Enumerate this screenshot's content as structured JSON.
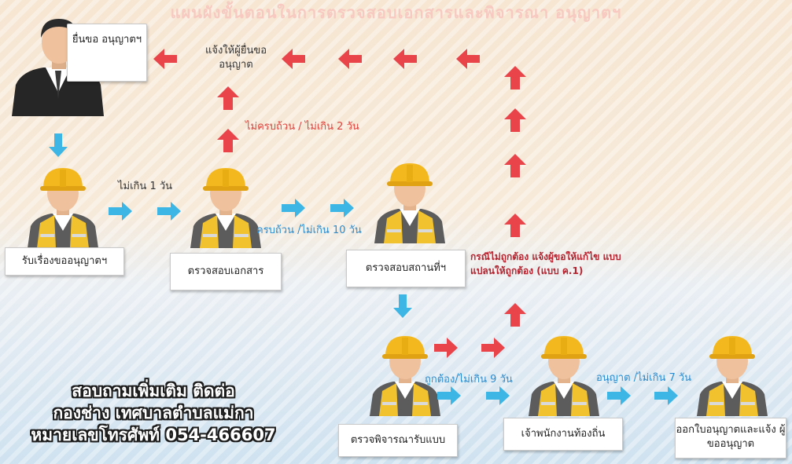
{
  "title": "แผนผังขั้นตอนในการตรวจสอบเอกสารและพิจารณา อนุญาตฯ",
  "nodes": {
    "applicant": "ยื่นขอ อนุญาตฯ",
    "receive": "รับเรื่องขออนุญาตฯ",
    "check_docs": "ตรวจสอบเอกสาร",
    "check_site": "ตรวจสอบสถานที่ฯ",
    "consider": "ตรวจพิจารณารับแบบ",
    "local_officer": "เจ้าพนักงานท้องถิ่น",
    "issue_permit": "ออกใบอนุญาตและแจ้ง ผู้ขออนุญาต"
  },
  "labels": {
    "notify_applicant": "แจ้งให้ผู้ยื่นขอ อนุญาต",
    "incomplete": "ไม่ครบถ้วน / ไม่เกิน 2 วัน",
    "within_1_day": "ไม่เกิน 1 วัน",
    "complete_10": "ครบถ้วน /ไม่เกิน 10 วัน",
    "incorrect": "กรณีไม่ถูกต้อง แจ้งผู้ขอให้แก้ไข แบบแปลนให้ถูกต้อง (แบบ ค.1)",
    "correct_9": "ถูกต้อง/ไม่เกิน 9 วัน",
    "approve_7": "อนุญาต /ไม่เกิน 7 วัน"
  },
  "contact": {
    "line1": "สอบถามเพิ่มเติม ติดต่อ",
    "line2": "กองช่าง เทศบาลตำบลแม่กา",
    "line3": "หมายเลขโทรศัพท์ 054-466607"
  },
  "colors": {
    "red_arrow": "#e8444a",
    "blue_arrow": "#3db6e6",
    "helmet": "#f3b81e",
    "vest": "#f2c12e"
  }
}
